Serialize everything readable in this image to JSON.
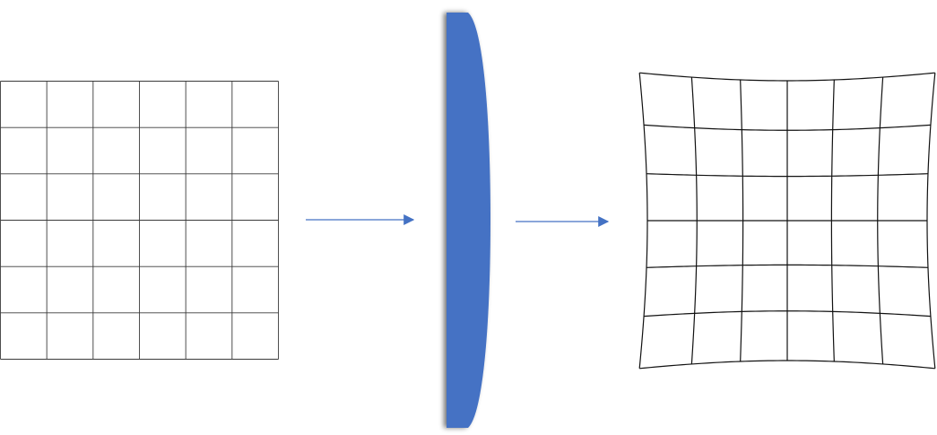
{
  "diagram": {
    "background": "#ffffff",
    "grid": {
      "rows": 6,
      "columns": 6,
      "line_color": "#3a3a3a"
    },
    "arrows": {
      "color": "#4472c4",
      "count": 2
    },
    "lens": {
      "fill_color": "#4472c4",
      "shadow_color": "#9a9a9a"
    },
    "distorted_grid": {
      "rows": 6,
      "columns": 6,
      "distortion": "pincushion",
      "line_color": "#111111"
    }
  }
}
